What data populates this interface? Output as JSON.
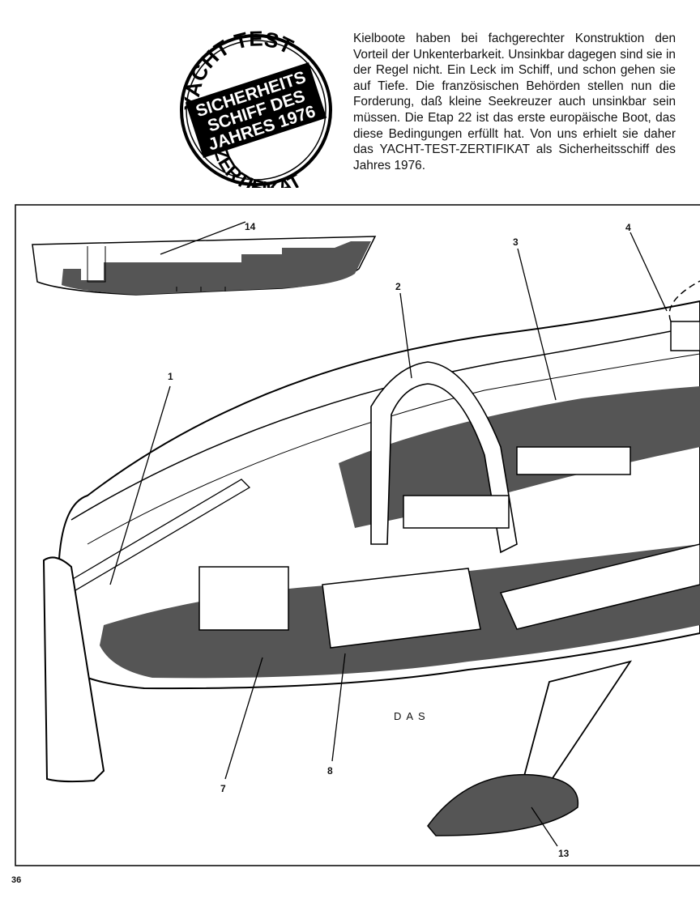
{
  "badge": {
    "arc_top": "YACHT TEST",
    "line1": "SICHERHEITS",
    "line2": "SCHIFF DES",
    "line3": "JAHRES 1976",
    "arc_bottom": "ZERTIFIKAT"
  },
  "intro_text": "Kielboote haben bei fachgerechter Konstruktion den Vorteil der Unkenterbarkeit. Unsinkbar dagegen sind sie in der Regel nicht. Ein Leck im Schiff, und schon gehen sie auf Tiefe. Die französischen Behörden stellen nun die Forderung, daß kleine Seekreuzer auch unsinkbar sein müssen. Die Etap 22 ist das erste europäische Boot, das diese Bedingungen erfüllt hat. Von uns erhielt sie daher das YACHT-TEST-ZERTIFIKAT als Sicherheitsschiff des Jahres 1976.",
  "callouts": {
    "c1": "1",
    "c2": "2",
    "c3": "3",
    "c4": "4",
    "c7": "7",
    "c8": "8",
    "c13": "13",
    "c14": "14"
  },
  "signature": "DAS",
  "page_number": "36"
}
